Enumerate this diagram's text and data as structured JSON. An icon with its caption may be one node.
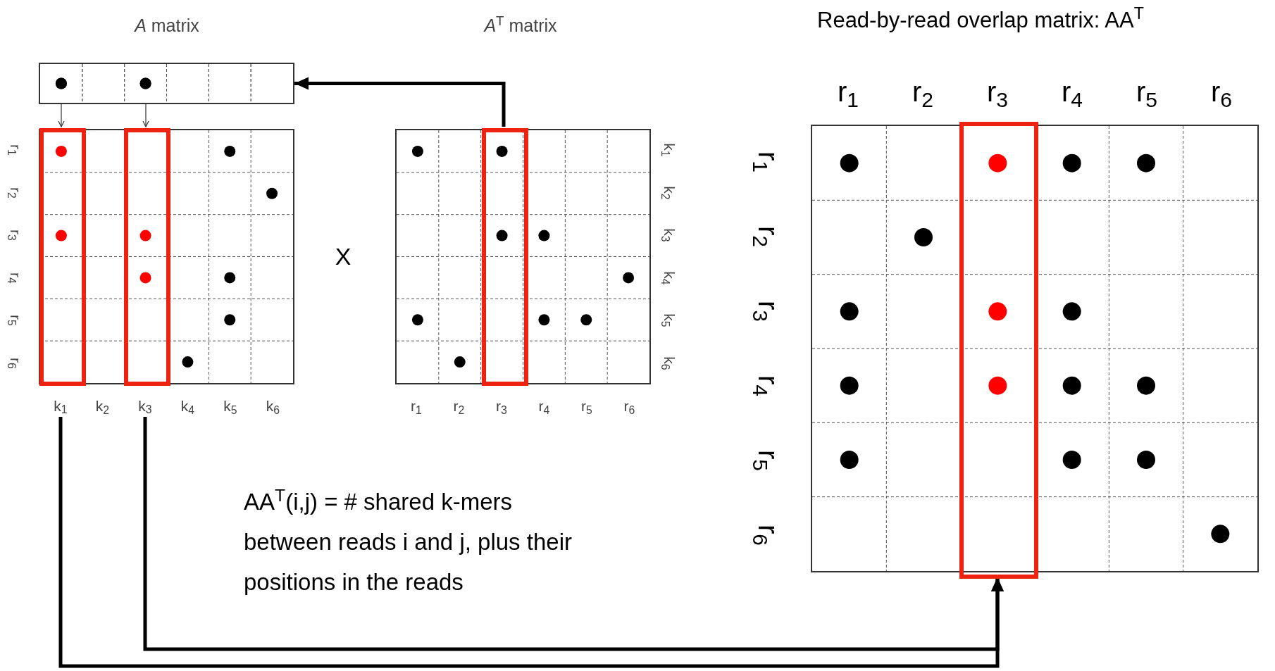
{
  "diagram": {
    "nodes": [
      {
        "text": [],
        "shape": "grid"
      },
      {
        "text": [],
        "shape": "bar"
      },
      {
        "text": [],
        "shape": "box",
        "in": 0
      },
      {
        "text": [],
        "shape": "box",
        "in": 0
      },
      {
        "text": [],
        "shape": "grid"
      },
      {
        "text": [],
        "shape": "box",
        "in": 4
      },
      {
        "text": [],
        "shape": "grid"
      },
      {
        "text": [],
        "shape": "box",
        "in": 6
      },
      {
        "text": [
          "k$_{1}$"
        ]
      },
      {
        "text": [
          "k$_{3}$"
        ]
      }
    ],
    "edges": [
      {
        "from": 1,
        "to": 2,
        "arrow": "to"
      },
      {
        "from": 1,
        "to": 3,
        "arrow": "to"
      },
      {
        "from": 5,
        "to": 1,
        "arrow": "to"
      },
      {
        "from": 8,
        "to": 7,
        "arrow": "to"
      },
      {
        "from": 9,
        "to": 7,
        "arrow": "to"
      }
    ],
    "labels": [
      "*A* matrix",
      "*A*$^{T}$ matrix",
      "Read-by-read overlap matrix: AA$^{T}$",
      "r$_{1}$",
      "r$_{2}$",
      "r$_{3}$",
      "r$_{4}$",
      "r$_{5}$",
      "r$_{6}$",
      "k$_{2}$",
      "k$_{4}$",
      "k$_{5}$",
      "k$_{6}$",
      "X",
      "k$_{1}$",
      "k$_{2}$",
      "k$_{3}$",
      "k$_{4}$",
      "k$_{5}$",
      "k$_{6}$",
      "r$_{1}$",
      "r$_{2}$",
      "r$_{3}$",
      "r$_{4}$",
      "r$_{5}$",
      "r$_{6}$",
      "r$_{1}$",
      "r$_{2}$",
      "r$_{3}$",
      "r$_{4}$",
      "r$_{5}$",
      "r$_{6}$",
      "r$_{1}$",
      "r$_{2}$",
      "r$_{3}$",
      "r$_{4}$",
      "r$_{5}$",
      "r$_{6}$",
      "AA$^{T}$(i,j) = # shared k-mers between reads i and j, plus their positions in the reads"
    ]
  }
}
